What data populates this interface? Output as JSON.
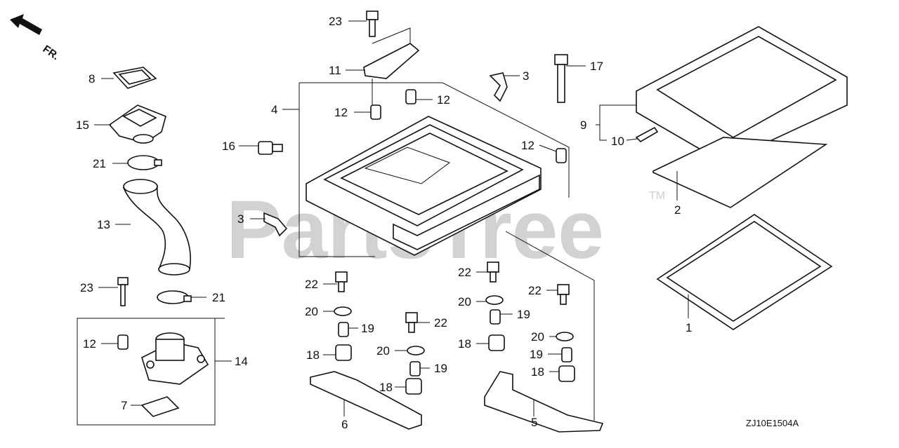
{
  "watermark": {
    "text": "PartsTree",
    "trademark": "TM"
  },
  "orientation": {
    "label": "FR."
  },
  "diagram_code": "ZJ10E1504A",
  "callouts": [
    {
      "id": "c8a",
      "text": "8"
    },
    {
      "id": "c15",
      "text": "15"
    },
    {
      "id": "c21a",
      "text": "21"
    },
    {
      "id": "c13",
      "text": "13"
    },
    {
      "id": "c23a",
      "text": "23"
    },
    {
      "id": "c21b",
      "text": "21"
    },
    {
      "id": "c12a",
      "text": "12"
    },
    {
      "id": "c14",
      "text": "14"
    },
    {
      "id": "c7",
      "text": "7"
    },
    {
      "id": "c23b",
      "text": "23"
    },
    {
      "id": "c11",
      "text": "11"
    },
    {
      "id": "c4",
      "text": "4"
    },
    {
      "id": "c12b",
      "text": "12"
    },
    {
      "id": "c12c",
      "text": "12"
    },
    {
      "id": "c16",
      "text": "16"
    },
    {
      "id": "c3a",
      "text": "3"
    },
    {
      "id": "c3b",
      "text": "3"
    },
    {
      "id": "c17",
      "text": "17"
    },
    {
      "id": "c12d",
      "text": "12"
    },
    {
      "id": "c9",
      "text": "9"
    },
    {
      "id": "c10",
      "text": "10"
    },
    {
      "id": "c2",
      "text": "2"
    },
    {
      "id": "c1",
      "text": "1"
    },
    {
      "id": "c22a",
      "text": "22"
    },
    {
      "id": "c20a",
      "text": "20"
    },
    {
      "id": "c19a",
      "text": "19"
    },
    {
      "id": "c18a",
      "text": "18"
    },
    {
      "id": "c22b",
      "text": "22"
    },
    {
      "id": "c20b",
      "text": "20"
    },
    {
      "id": "c19b",
      "text": "19"
    },
    {
      "id": "c18b",
      "text": "18"
    },
    {
      "id": "c6",
      "text": "6"
    },
    {
      "id": "c22c",
      "text": "22"
    },
    {
      "id": "c20c",
      "text": "20"
    },
    {
      "id": "c19c",
      "text": "19"
    },
    {
      "id": "c18c",
      "text": "18"
    },
    {
      "id": "c22d",
      "text": "22"
    },
    {
      "id": "c20d",
      "text": "20"
    },
    {
      "id": "c19d",
      "text": "19"
    },
    {
      "id": "c18d",
      "text": "18"
    },
    {
      "id": "c5",
      "text": "5"
    }
  ]
}
